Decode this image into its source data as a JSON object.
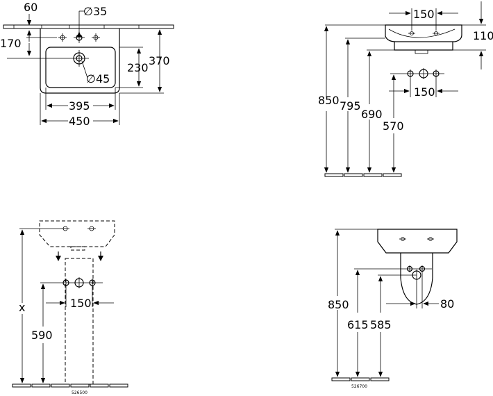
{
  "views": {
    "top": {
      "dim_60": "60",
      "dim_170": "170",
      "dim_d35": "∅35",
      "dim_d45": "∅45",
      "dim_230": "230",
      "dim_370": "370",
      "dim_395": "395",
      "dim_450": "450"
    },
    "side": {
      "dim_150_top": "150",
      "dim_110": "110",
      "dim_850": "850",
      "dim_795": "795",
      "dim_690": "690",
      "dim_570": "570",
      "dim_150_mid": "150"
    },
    "pedestal": {
      "dim_x": "x",
      "dim_590": "590",
      "dim_150": "150",
      "model": "526500"
    },
    "semi_pedestal": {
      "dim_850": "850",
      "dim_615": "615",
      "dim_585": "585",
      "dim_80": "80",
      "model": "526700"
    }
  }
}
